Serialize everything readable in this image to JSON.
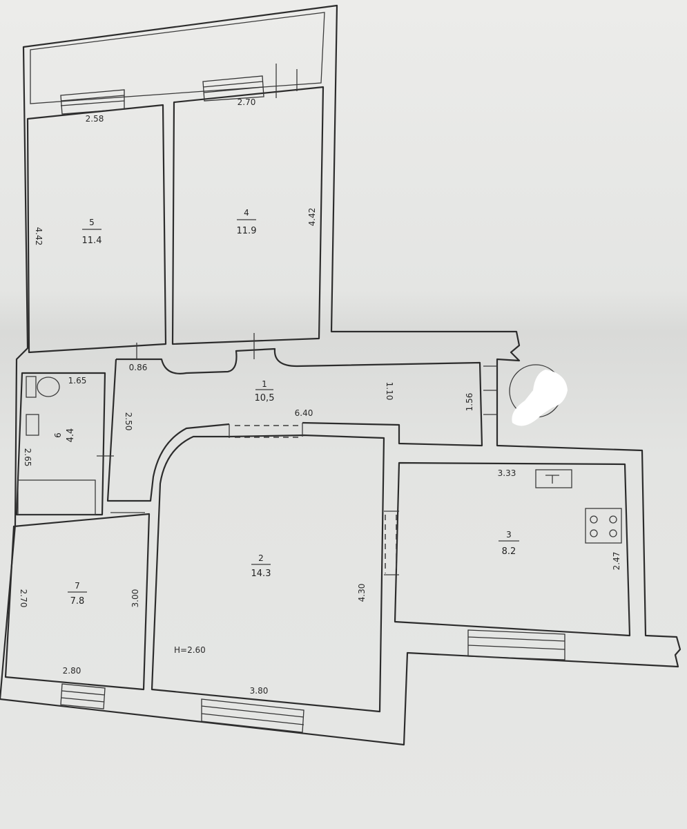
{
  "plan": {
    "height_label": "H=2.60",
    "rooms": [
      {
        "number": "1",
        "area": "10,5"
      },
      {
        "number": "2",
        "area": "14.3"
      },
      {
        "number": "3",
        "area": "8.2"
      },
      {
        "number": "4",
        "area": "11.9"
      },
      {
        "number": "5",
        "area": "11.4"
      },
      {
        "number": "6",
        "area": "4.4"
      },
      {
        "number": "7",
        "area": "7.8"
      }
    ],
    "dimensions": {
      "d258": "2.58",
      "d270top": "2.70",
      "d442left": "4.42",
      "d442right": "4.42",
      "d086": "0.86",
      "d165": "1.65",
      "d250": "2.50",
      "d265": "2.65",
      "d640": "6.40",
      "d110": "1.10",
      "d156": "1.56",
      "d333": "3.33",
      "d247": "2.47",
      "d300": "3.00",
      "d270left": "2.70",
      "d280": "2.80",
      "d430": "4.30",
      "d380": "3.80"
    }
  }
}
